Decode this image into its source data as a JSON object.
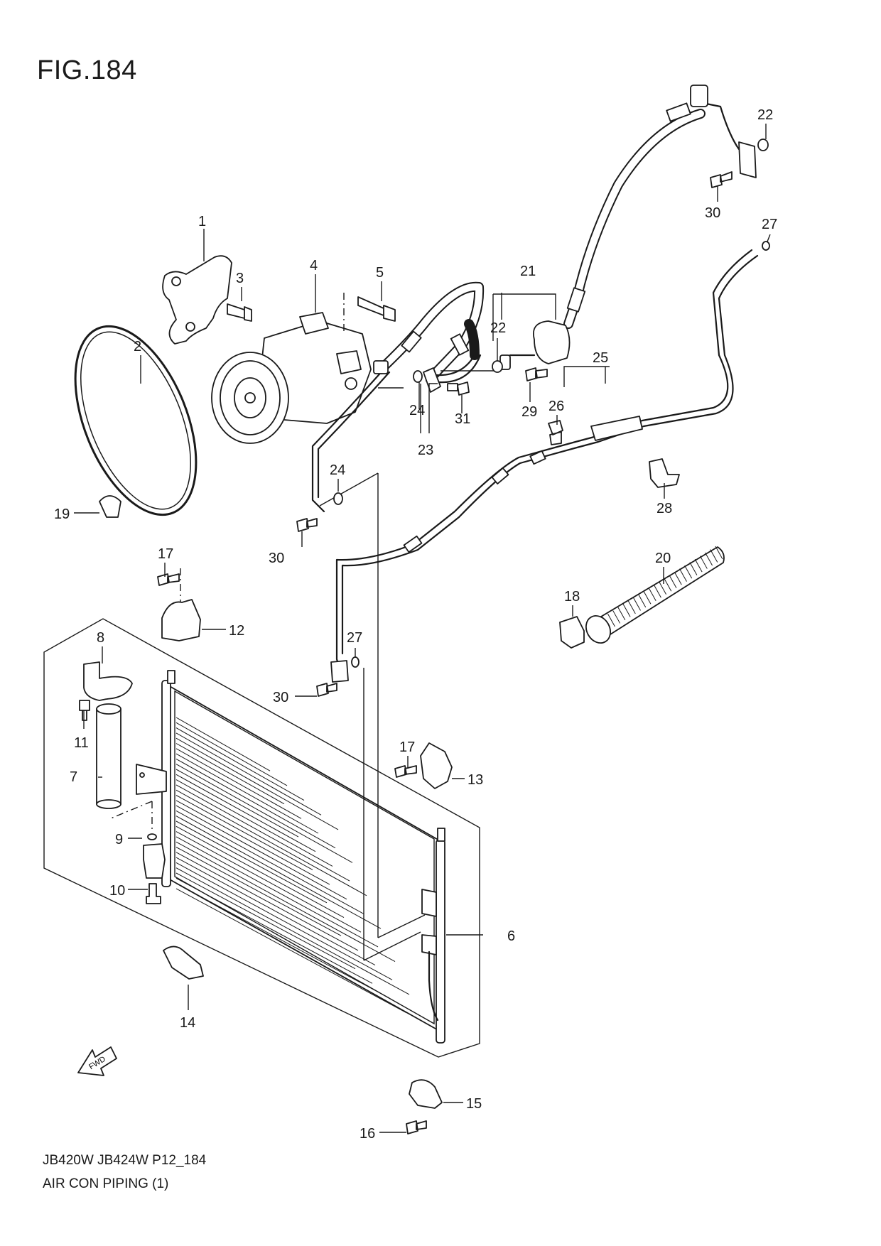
{
  "figure": {
    "title": "FIG.184",
    "model_code": "JB420W JB424W P12_184",
    "caption": "AIR CON PIPING (1)",
    "fwd_label": "FWD"
  },
  "callouts": [
    {
      "id": "c1",
      "label": "1"
    },
    {
      "id": "c2",
      "label": "2"
    },
    {
      "id": "c3",
      "label": "3"
    },
    {
      "id": "c4",
      "label": "4"
    },
    {
      "id": "c5",
      "label": "5"
    },
    {
      "id": "c6",
      "label": "6"
    },
    {
      "id": "c7",
      "label": "7"
    },
    {
      "id": "c8",
      "label": "8"
    },
    {
      "id": "c9",
      "label": "9"
    },
    {
      "id": "c10",
      "label": "10"
    },
    {
      "id": "c11",
      "label": "11"
    },
    {
      "id": "c12",
      "label": "12"
    },
    {
      "id": "c13",
      "label": "13"
    },
    {
      "id": "c14",
      "label": "14"
    },
    {
      "id": "c15",
      "label": "15"
    },
    {
      "id": "c16",
      "label": "16"
    },
    {
      "id": "c17a",
      "label": "17"
    },
    {
      "id": "c17b",
      "label": "17"
    },
    {
      "id": "c18",
      "label": "18"
    },
    {
      "id": "c19",
      "label": "19"
    },
    {
      "id": "c20",
      "label": "20"
    },
    {
      "id": "c21",
      "label": "21"
    },
    {
      "id": "c22a",
      "label": "22"
    },
    {
      "id": "c22b",
      "label": "22"
    },
    {
      "id": "c23",
      "label": "23"
    },
    {
      "id": "c24a",
      "label": "24"
    },
    {
      "id": "c24b",
      "label": "24"
    },
    {
      "id": "c25",
      "label": "25"
    },
    {
      "id": "c26",
      "label": "26"
    },
    {
      "id": "c27a",
      "label": "27"
    },
    {
      "id": "c27b",
      "label": "27"
    },
    {
      "id": "c28",
      "label": "28"
    },
    {
      "id": "c29",
      "label": "29"
    },
    {
      "id": "c30a",
      "label": "30"
    },
    {
      "id": "c30b",
      "label": "30"
    },
    {
      "id": "c30c",
      "label": "30"
    },
    {
      "id": "c31",
      "label": "31"
    }
  ]
}
